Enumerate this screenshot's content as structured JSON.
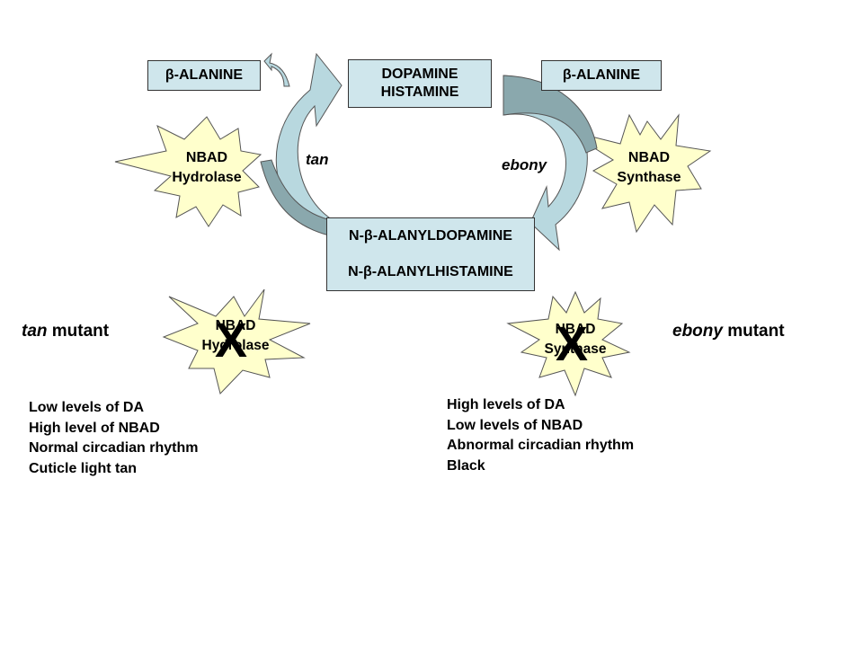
{
  "beta_alanine_left": "β-ALANINE",
  "beta_alanine_right": "β-ALANINE",
  "amines_box": {
    "line1": "DOPAMINE",
    "line2": "HISTAMINE"
  },
  "conjugates_box": {
    "line1": "N-β-ALANYLDOPAMINE",
    "line2": "N-β-ALANYLHISTAMINE"
  },
  "hydrolase_star": {
    "line1": "NBAD",
    "line2": "Hydrolase"
  },
  "synthase_star": {
    "line1": "NBAD",
    "line2": "Synthase"
  },
  "gene_tan": "tan",
  "gene_ebony": "ebony",
  "tan_mutant": {
    "gene": "tan",
    "suffix": " mutant"
  },
  "ebony_mutant": {
    "gene": "ebony",
    "suffix": " mutant"
  },
  "mutant_hydrolase_star": {
    "line1": "NBAD",
    "line2": "Hydrolase",
    "mark": "X"
  },
  "mutant_synthase_star": {
    "line1": "NBAD",
    "line2": "Synthase",
    "mark": "X"
  },
  "tan_phenotype": [
    "Low levels of DA",
    "High level of NBAD",
    "Normal circadian rhythm",
    "Cuticle light tan"
  ],
  "ebony_phenotype": [
    "High levels of DA",
    "Low levels of NBAD",
    "Abnormal circadian rhythm",
    "Black"
  ],
  "colors": {
    "box_fill": "#cfe6ec",
    "star_fill": "#ffffcc",
    "arrow_fill": "#b8d8df",
    "arrow_shade": "#8aa8ad"
  }
}
